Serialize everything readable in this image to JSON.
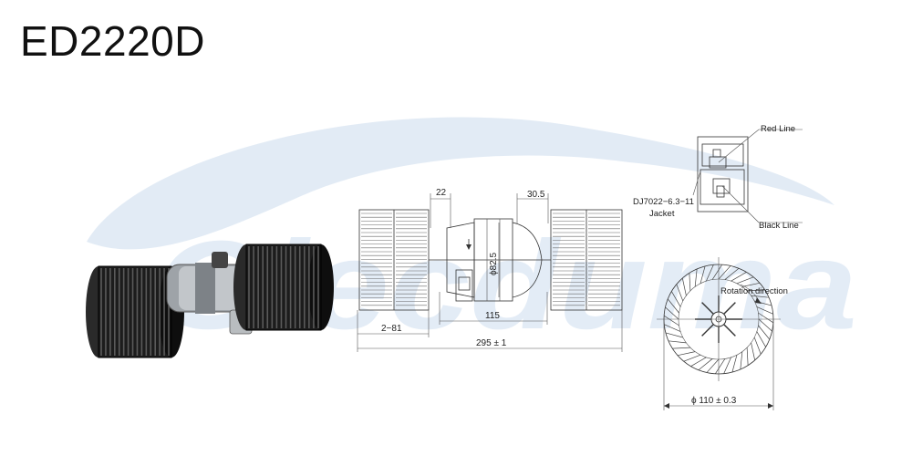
{
  "title": "ED2220D",
  "watermark": {
    "text": "Glecduma",
    "color": "#dce8f4"
  },
  "dimensions": {
    "top_left": "22",
    "top_right": "30.5",
    "motor_diameter": "ϕ82.5",
    "wheel_length": "2−81",
    "motor_length": "115",
    "overall_length": "295 ± 1",
    "wheel_diameter": "ϕ 110 ± 0.3"
  },
  "connector": {
    "red_line": "Red Line",
    "black_line": "Black Line",
    "part_number": "DJ7022−6.3−11",
    "jacket": "Jacket"
  },
  "wheel": {
    "rotation_label": "Rotation direction",
    "blade_count": 40
  },
  "colors": {
    "line": "#333333",
    "photo_body": "#1c1c1c",
    "motor_metal": "#a9adb2"
  }
}
